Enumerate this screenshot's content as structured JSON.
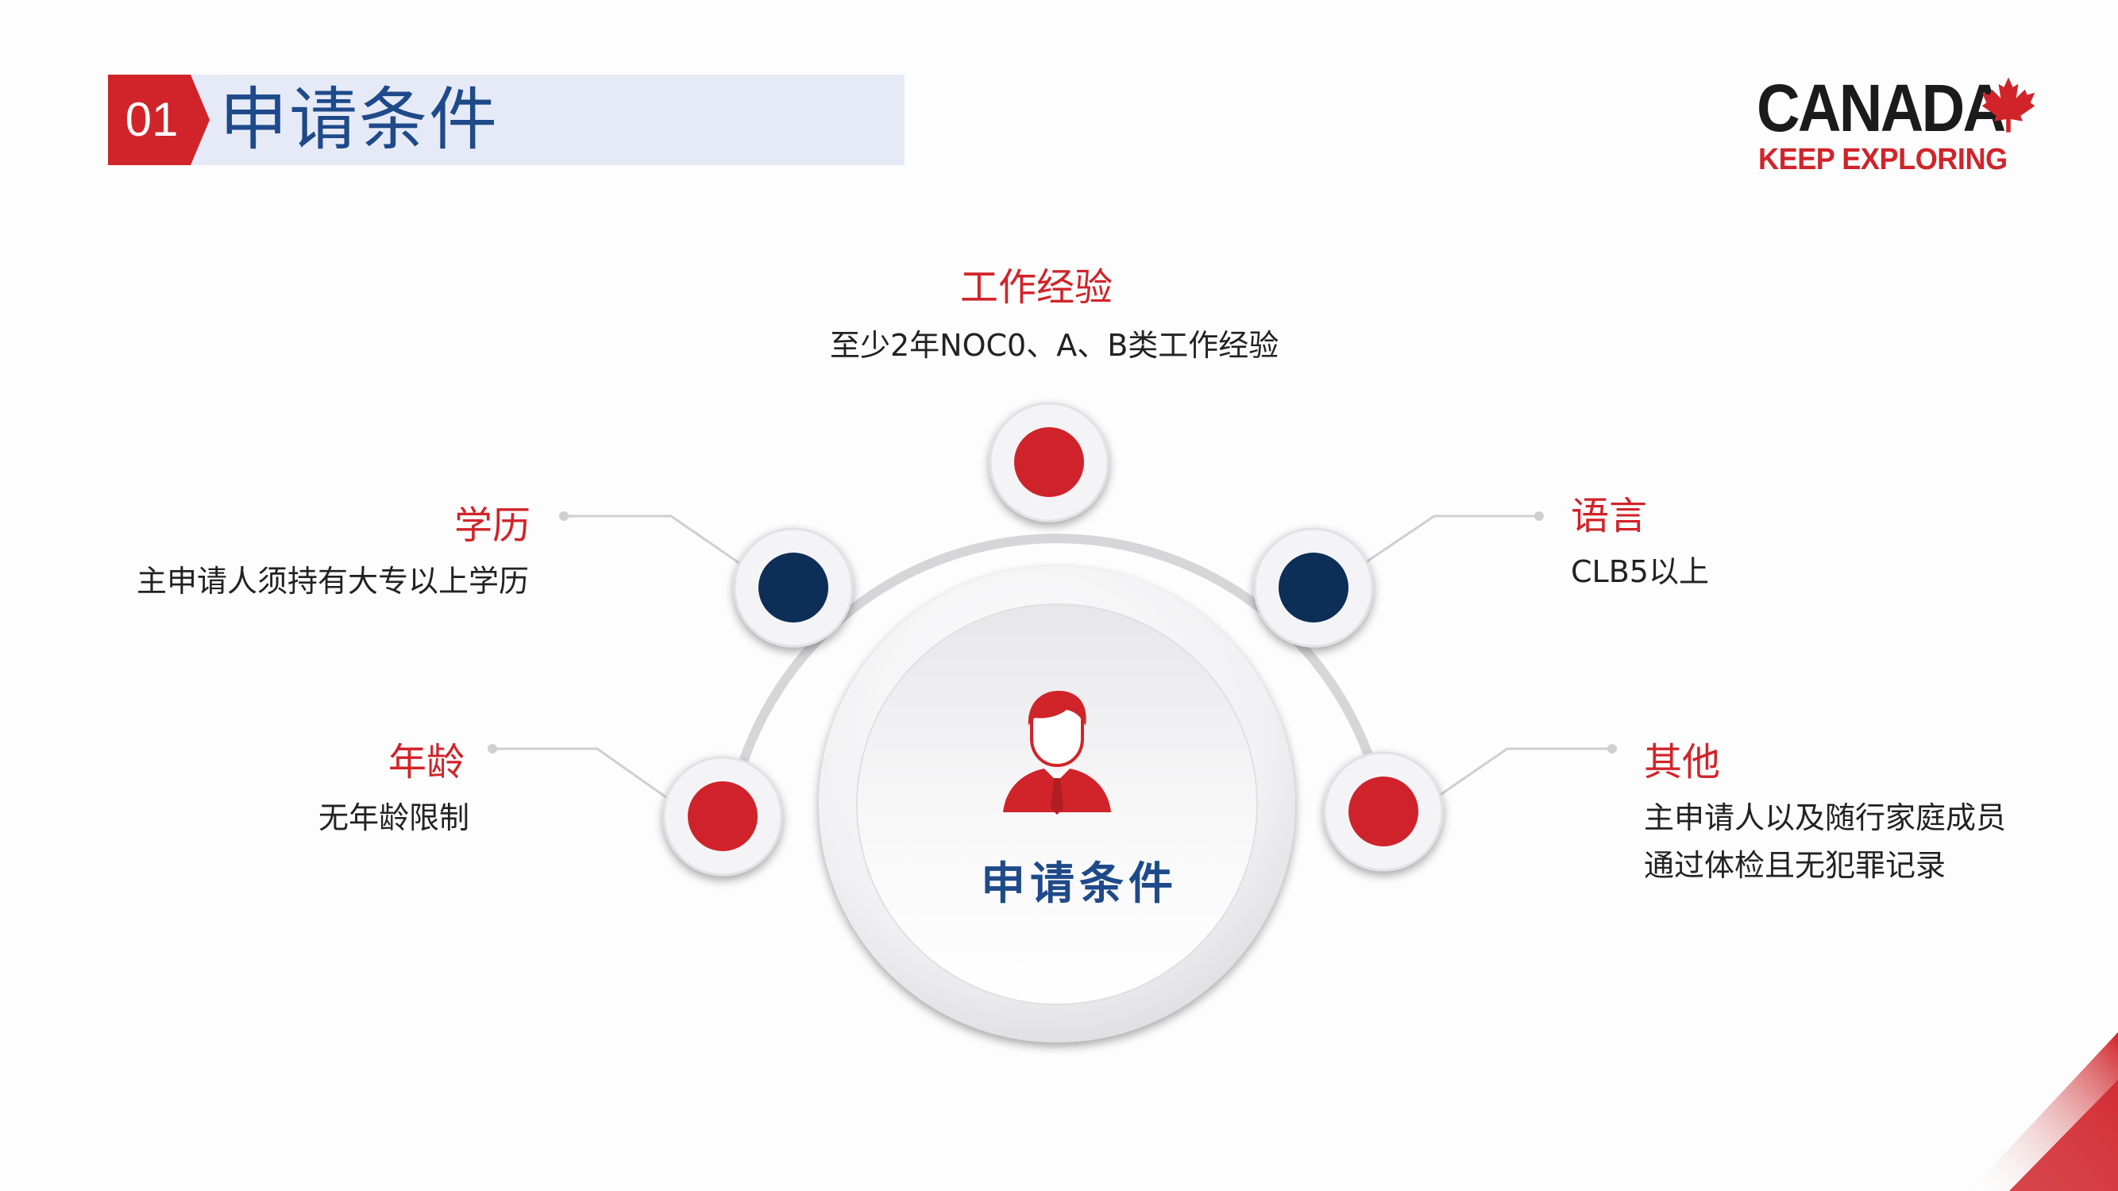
{
  "header": {
    "number": "01",
    "title": "申请条件"
  },
  "logo": {
    "word": "CANADA",
    "tagline": "KEEP EXPLORING"
  },
  "diagram": {
    "center_label": "申请条件",
    "nodes": {
      "work": {
        "heading": "工作经验",
        "desc": "至少2年NOC0、A、B类工作经验"
      },
      "education": {
        "heading": "学历",
        "desc": "主申请人须持有大专以上学历"
      },
      "age": {
        "heading": "年龄",
        "desc": "无年龄限制"
      },
      "language": {
        "heading": "语言",
        "desc": "CLB5以上"
      },
      "other": {
        "heading": "其他",
        "desc_line1": "主申请人以及随行家庭成员",
        "desc_line2": "通过体检且无犯罪记录"
      }
    }
  },
  "colors": {
    "red": "#d0242a",
    "navy": "#0e2d57",
    "title_blue": "#1e4a8a",
    "title_bar": "#e6eaf7"
  }
}
